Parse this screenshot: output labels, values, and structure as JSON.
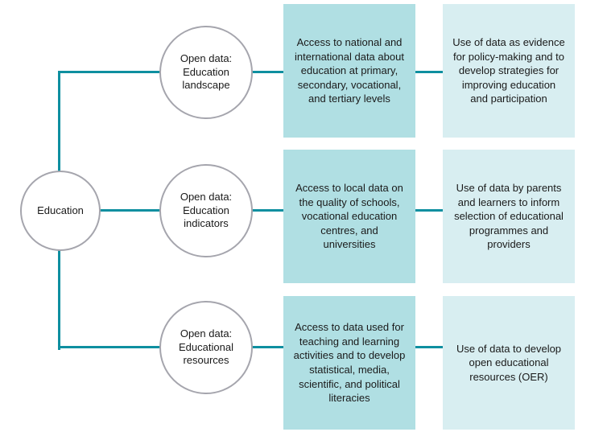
{
  "colors": {
    "line": "#0e8fa0",
    "circle_border": "#a5a5ad",
    "box_access_fill": "#b0dfe3",
    "box_use_fill": "#d8eef1",
    "text": "#1a1a1a"
  },
  "root": {
    "label": "Education"
  },
  "rows": [
    {
      "circle": "Open data:\nEducation\nlandscape",
      "access": "Access to national and international data about education at primary, secondary, vocational, and tertiary levels",
      "use": "Use of data as evidence for policy-making and to develop strategies for improving education and participation"
    },
    {
      "circle": "Open data:\nEducation\nindicators",
      "access": "Access to local data on the quality of schools, vocational education centres, and universities",
      "use": "Use of data by parents and learners to inform selection of educational programmes and providers"
    },
    {
      "circle": "Open data:\nEducational\nresources",
      "access": "Access to data used for teaching and learning activities and to develop statistical, media, scientific, and political literacies",
      "use": "Use of data to develop open educational resources (OER)"
    }
  ]
}
